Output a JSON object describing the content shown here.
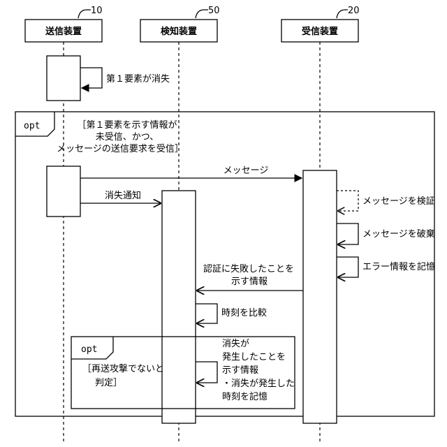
{
  "participants": [
    {
      "name": "送信装置",
      "ref": "10"
    },
    {
      "name": "検知装置",
      "ref": "50"
    },
    {
      "name": "受信装置",
      "ref": "20"
    }
  ],
  "messages": {
    "loss_of_first_element": "第１要素が消失",
    "message": "メッセージ",
    "loss_notification": "消失通知",
    "verify_message": "メッセージを検証",
    "discard_message": "メッセージを破棄",
    "record_error": "エラー情報を記憶",
    "auth_failed_line1": "認証に失敗したことを",
    "auth_failed_line2": "示す情報",
    "compare_time": "時刻を比較",
    "note_line1": "消失が",
    "note_line2": "発生したことを",
    "note_line3": "示す情報",
    "note_line4": "・消失が発生した",
    "note_line5": "時刻を記憶"
  },
  "fragments": {
    "outer": {
      "operator": "opt",
      "guard_line1": "［第１要素を示す情報が",
      "guard_line2": "未受信、かつ、",
      "guard_line3": "メッセージの送信要求を受信］"
    },
    "inner": {
      "operator": "opt",
      "guard_line1": "［再送攻撃でないと",
      "guard_line2": "判定］"
    }
  }
}
